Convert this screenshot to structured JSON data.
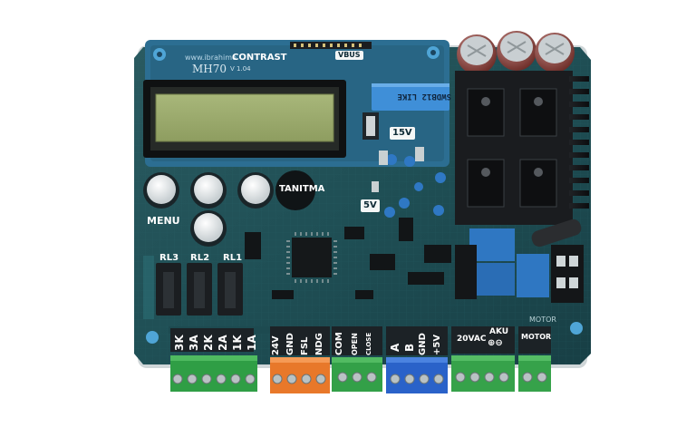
{
  "board": {
    "website": "www.ibrahimo",
    "model": "MH70",
    "version": "V 1.04",
    "contrast_label": "CONTRAST",
    "vbus_label": "VBUS",
    "relay_label": "SWDB12 LIKE",
    "menu_label": "MENU",
    "learn_label": "TANITMA",
    "v15_label": "15V",
    "v5_label": "5V",
    "relays": [
      "RL3",
      "RL2",
      "RL1"
    ],
    "motor_label": "MOTOR",
    "accent_color": "#2a7fb5"
  },
  "terminals": {
    "relay_outputs": [
      "3K",
      "3A",
      "2K",
      "2A",
      "1K",
      "1A"
    ],
    "inputs": [
      "24V",
      "GND",
      "FSL",
      "NDG"
    ],
    "control": [
      "COM",
      "OPEN",
      "CLOSE"
    ],
    "bus": [
      "A",
      "B",
      "GND",
      "+5V"
    ],
    "power": "20VAC",
    "battery": "AKU",
    "motor": "MOTOR",
    "block_colors": [
      "#2f9e45",
      "#e8782a",
      "#33a048",
      "#2a62c9",
      "#36a24a",
      "#36a24a"
    ]
  }
}
